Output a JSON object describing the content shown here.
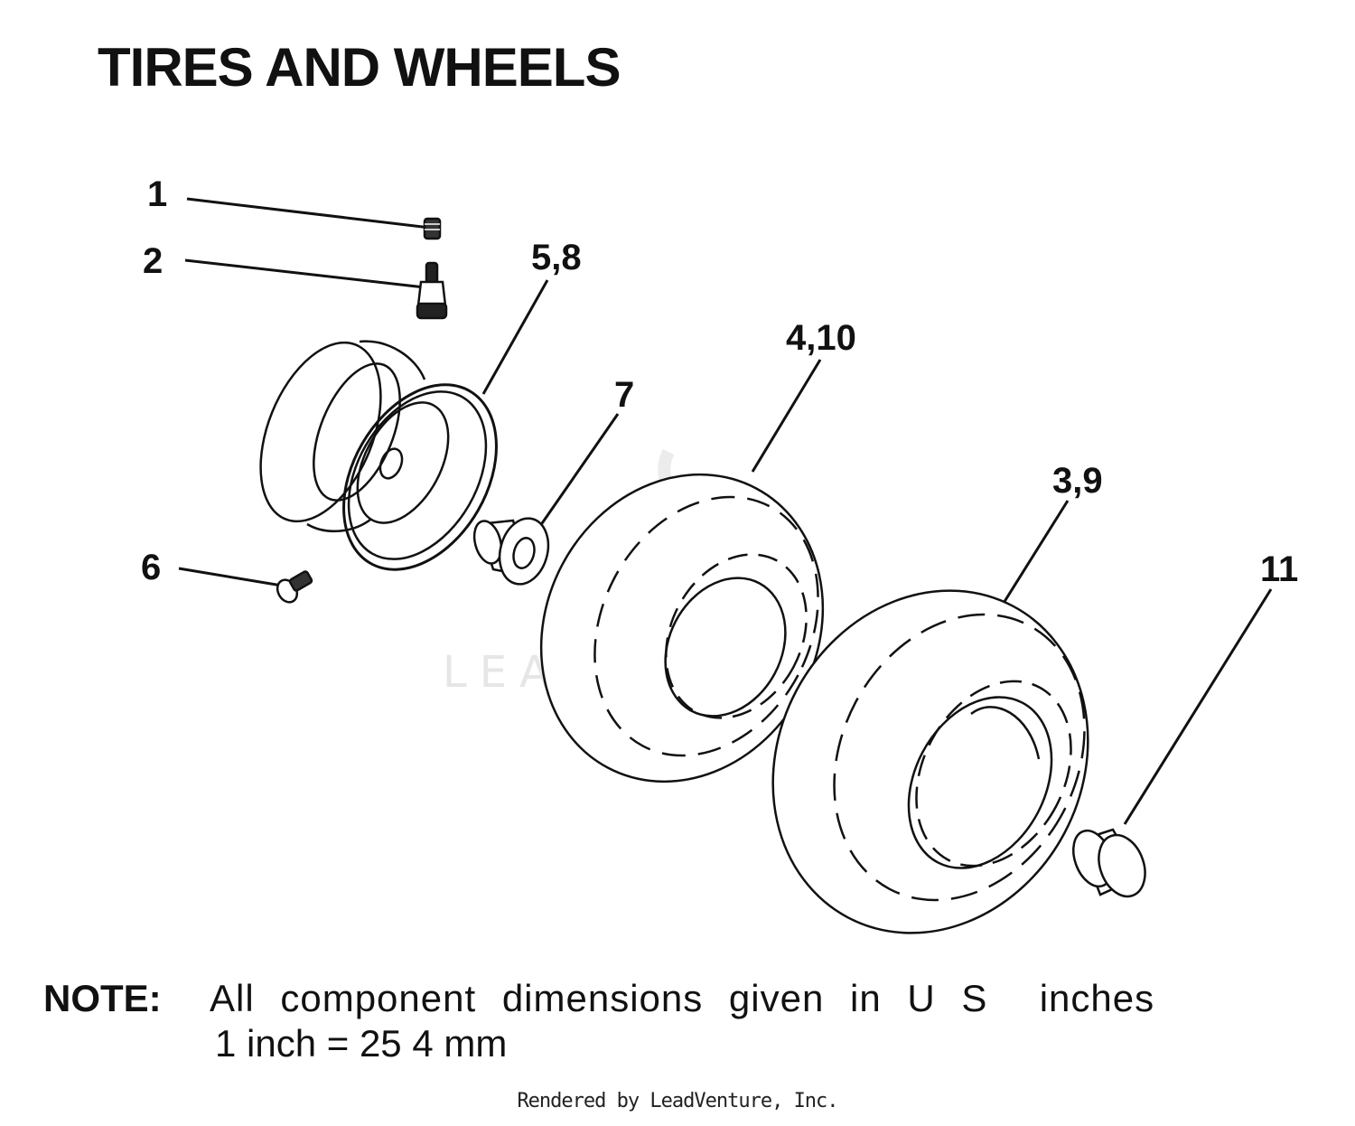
{
  "title": "TIRES AND WHEELS",
  "callouts": {
    "c1": "1",
    "c2": "2",
    "c58": "5,8",
    "c7": "7",
    "c410": "4,10",
    "c39": "3,9",
    "c11": "11",
    "c6": "6"
  },
  "watermark": "LEADVENTURE",
  "note": {
    "label": "NOTE:",
    "line1": "All component dimensions given in U S  inches",
    "line2": "1 inch = 25 4 mm"
  },
  "footer": "Rendered by LeadVenture, Inc."
}
